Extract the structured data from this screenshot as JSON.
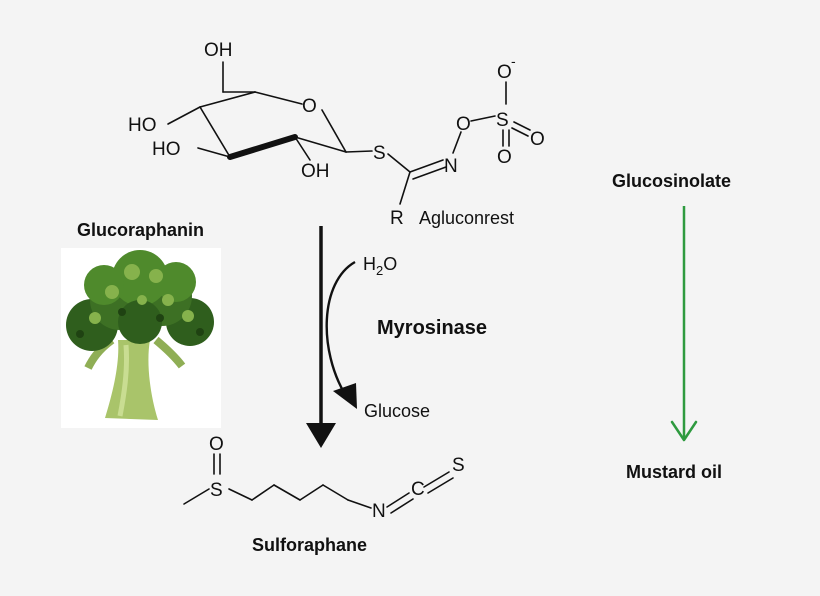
{
  "labels": {
    "glucoraphanin": "Glucoraphanin",
    "glucosinolate": "Glucosinolate",
    "myrosinase": "Myrosinase",
    "glucose": "Glucose",
    "mustard_oil": "Mustard oil",
    "sulforaphane": "Sulforaphane",
    "agluconrest": "Agluconrest",
    "water": "H",
    "water_sub": "2",
    "water_o": "O"
  },
  "atoms": {
    "oh": "OH",
    "ho": "HO",
    "o": "O",
    "s": "S",
    "n": "N",
    "c": "C",
    "r": "R",
    "minus": "-"
  },
  "colors": {
    "myrosinase": "#d9442b",
    "green_arrow": "#2e9a3f",
    "broccoli_dark": "#2f5e1d",
    "broccoli_mid": "#4f8a2c",
    "broccoli_light": "#86b24c",
    "stem": "#a9c46a"
  },
  "icons": {
    "broccoli": "broccoli-image"
  }
}
